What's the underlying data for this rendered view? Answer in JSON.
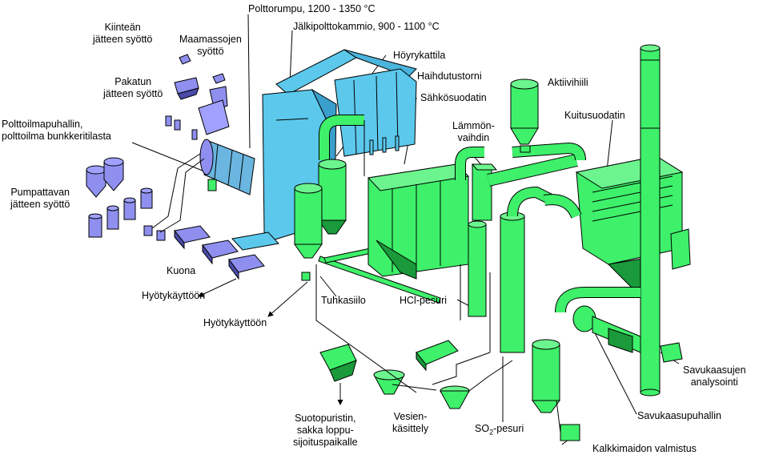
{
  "labels": {
    "kiintean": [
      "Kiinteän",
      "jätteen syöttö"
    ],
    "maamassojen": [
      "Maamassojen",
      "syöttö"
    ],
    "pakatun": [
      "Pakatun",
      "jätteen syöttö"
    ],
    "polttoilma": [
      "Polttoilmapuhallin,",
      "polttoilma bunkkeritilasta"
    ],
    "pumpattavan": [
      "Pumpattavan",
      "jätteen syöttö"
    ],
    "kuona": "Kuona",
    "hyotykaytto1": "Hyötykäyttöön",
    "hyotykaytto2": "Hyötykäyttöön",
    "polttorumpu": "Polttorumpu, 1200 - 1350 °C",
    "jalkipolttokammio": "Jälkipolttokammio, 900 - 1100 °C",
    "hoyrykattila": "Höyrykattila",
    "haihdutustorni": "Haihdutustorni",
    "sahkosuodatin": "Sähkösuodatin",
    "aktiivihiili": "Aktiivihiili",
    "lammonvaihdin": [
      "Lämmön-",
      "vaihdin"
    ],
    "kuitusuodatin": "Kuitusuodatin",
    "tuhkasiilo": "Tuhkasiilo",
    "hcl_pesuri": "HCl-pesuri",
    "savukaasujen": [
      "Savukaasujen",
      "analysointi"
    ],
    "savukaasupuhallin": "Savukaasupuhallin",
    "suotopuristin": [
      "Suotopuristin,",
      "sakka loppu-",
      "sijoituspaikalle"
    ],
    "vesienkasittely": [
      "Vesien-",
      "käsittely"
    ],
    "so2_main": "SO",
    "so2_sub": "2",
    "so2_tail": "-pesuri",
    "kalkkimaidon": "Kalkkimaidon valmistus"
  },
  "colors": {
    "green": "#3ef06a",
    "green_dark": "#1a9a3a",
    "blue": "#5bc8ec",
    "blue_dark": "#2a7fae",
    "purple": "#8f8ff0",
    "purple_dark": "#4a4aa8",
    "outline": "#000000"
  }
}
